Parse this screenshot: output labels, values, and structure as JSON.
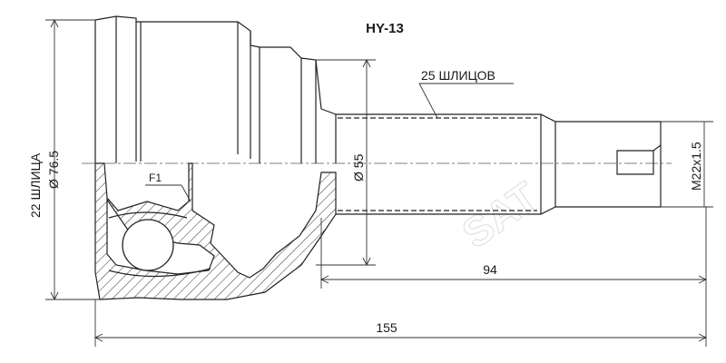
{
  "title": "HY-13",
  "watermark": "SAT",
  "labels": {
    "outer_splines": "22 ШЛИЦА",
    "outer_diameter": "Ø 76.5",
    "shaft_splines": "25 ШЛИЦОВ",
    "seal_diameter": "Ø 55",
    "thread": "M22x1.5",
    "shaft_length": "94",
    "total_length": "155",
    "feature": "F1"
  }
}
